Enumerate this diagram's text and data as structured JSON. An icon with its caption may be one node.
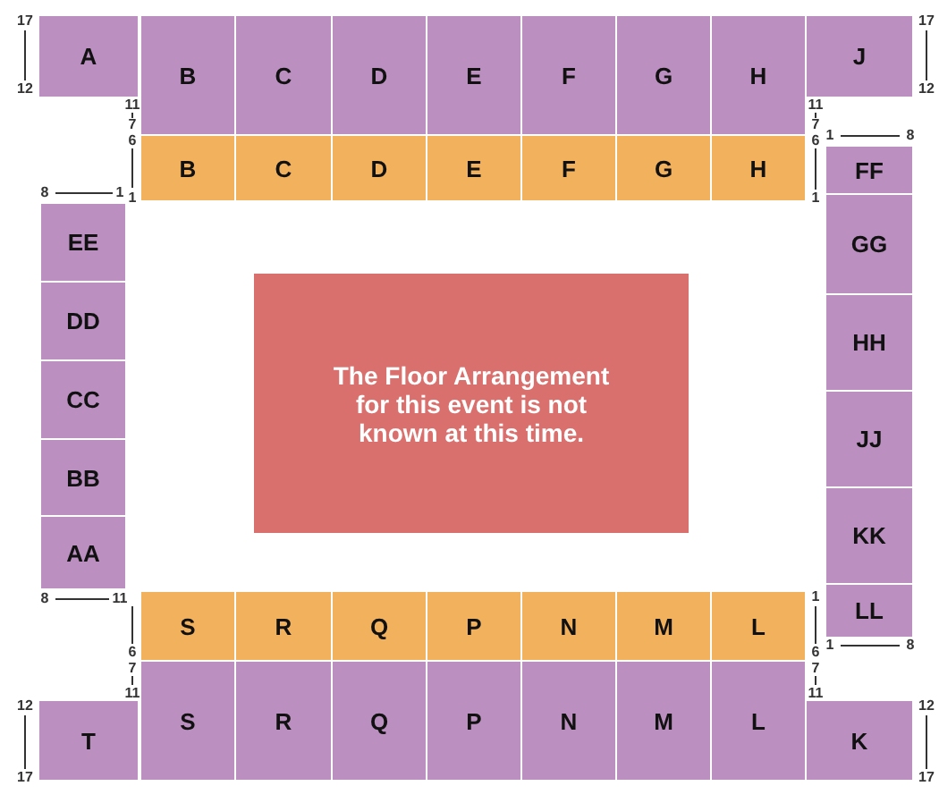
{
  "diagram": {
    "nodes": [
      {
        "text": [
          "A"
        ]
      },
      {
        "text": [
          "B"
        ]
      },
      {
        "text": [
          "C"
        ]
      },
      {
        "text": [
          "D"
        ]
      },
      {
        "text": [
          "E"
        ]
      },
      {
        "text": [
          "F"
        ]
      },
      {
        "text": [
          "G"
        ]
      },
      {
        "text": [
          "H"
        ]
      },
      {
        "text": [
          "J"
        ]
      },
      {
        "text": [
          "B"
        ]
      },
      {
        "text": [
          "C"
        ]
      },
      {
        "text": [
          "D"
        ]
      },
      {
        "text": [
          "E"
        ]
      },
      {
        "text": [
          "F"
        ]
      },
      {
        "text": [
          "G"
        ]
      },
      {
        "text": [
          "H"
        ]
      },
      {
        "text": [
          "EE"
        ]
      },
      {
        "text": [
          "DD"
        ]
      },
      {
        "text": [
          "CC"
        ]
      },
      {
        "text": [
          "BB"
        ]
      },
      {
        "text": [
          "AA"
        ]
      },
      {
        "text": [
          "The Floor Arrangement for this event is not known at this time."
        ]
      },
      {
        "text": [
          "FF"
        ]
      },
      {
        "text": [
          "GG"
        ]
      },
      {
        "text": [
          "HH"
        ]
      },
      {
        "text": [
          "JJ"
        ]
      },
      {
        "text": [
          "KK"
        ]
      },
      {
        "text": [
          "LL"
        ]
      },
      {
        "text": [
          "S"
        ]
      },
      {
        "text": [
          "R"
        ]
      },
      {
        "text": [
          "Q"
        ]
      },
      {
        "text": [
          "P"
        ]
      },
      {
        "text": [
          "N"
        ]
      },
      {
        "text": [
          "M"
        ]
      },
      {
        "text": [
          "L"
        ]
      },
      {
        "text": [
          "T"
        ]
      },
      {
        "text": [
          "S"
        ]
      },
      {
        "text": [
          "R"
        ]
      },
      {
        "text": [
          "Q"
        ]
      },
      {
        "text": [
          "P"
        ]
      },
      {
        "text": [
          "N"
        ]
      },
      {
        "text": [
          "M"
        ]
      },
      {
        "text": [
          "L"
        ]
      },
      {
        "text": [
          "K"
        ]
      }
    ],
    "labels": [
      "17",
      "17",
      "12",
      "12",
      "11",
      "11",
      "7",
      "7",
      "1",
      "8",
      "6",
      "6",
      "8",
      "1",
      "1",
      "1",
      "8",
      "11",
      "1",
      "6",
      "6",
      "1",
      "8",
      "7",
      "7",
      "11",
      "11",
      "12",
      "12",
      "17",
      "17"
    ]
  }
}
